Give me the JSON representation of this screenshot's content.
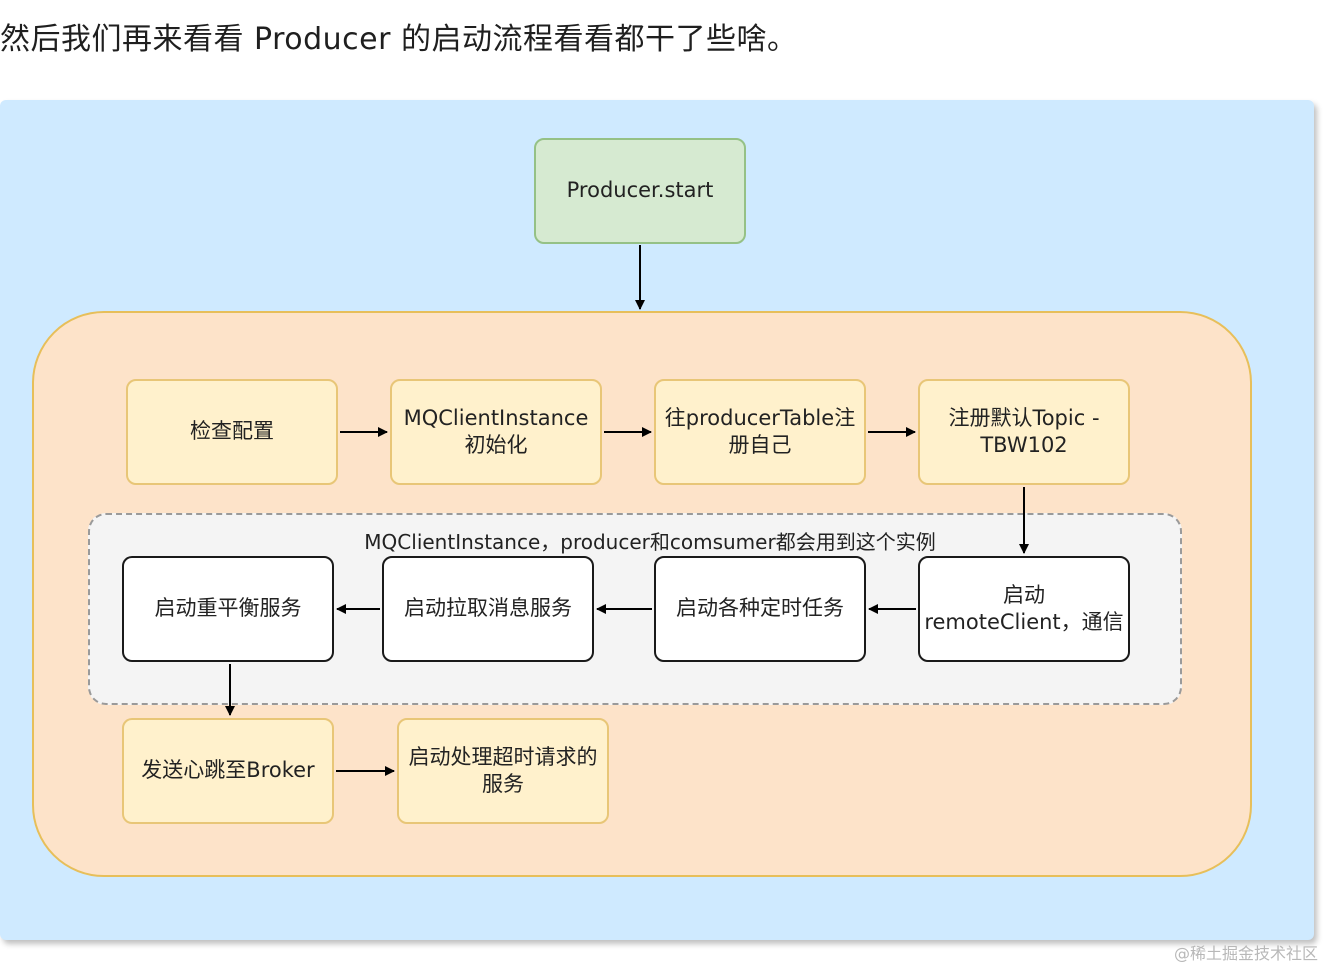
{
  "intro_text": "然后我们再来看看 Producer 的启动流程看看都干了些啥。",
  "diagram": {
    "start_node": "Producer.start",
    "nodes": {
      "check_config": "检查配置",
      "mq_init": "MQClientInstance 初始化",
      "register_producer": "往producerTable注册自己",
      "register_topic": "注册默认Topic - TBW102",
      "start_remote": "启动 remoteClient，通信",
      "start_timers": "启动各种定时任务",
      "start_pull": "启动拉取消息服务",
      "start_rebalance": "启动重平衡服务",
      "heartbeat": "发送心跳至Broker",
      "timeout_service": "启动处理超时请求的服务"
    },
    "shared_label": "MQClientInstance，producer和comsumer都会用到这个实例"
  },
  "watermark": "@稀土掘金技术社区"
}
